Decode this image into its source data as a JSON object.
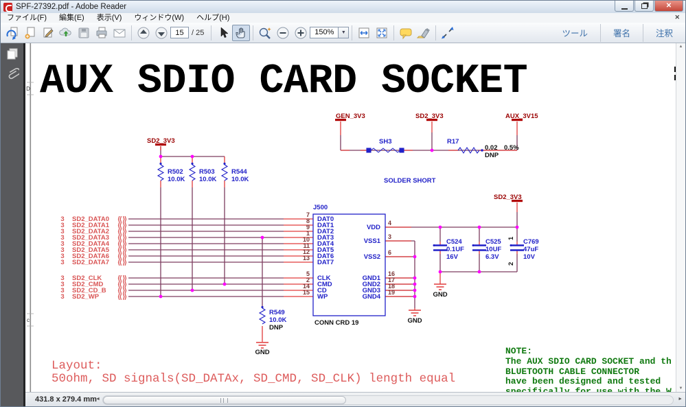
{
  "window": {
    "title": "SPF-27392.pdf - Adobe Reader",
    "controls": {
      "close": "✕"
    }
  },
  "menu_bar": {
    "items": [
      {
        "label": "ファイル(F)"
      },
      {
        "label": "編集(E)"
      },
      {
        "label": "表示(V)"
      },
      {
        "label": "ウィンドウ(W)"
      },
      {
        "label": "ヘルプ(H)"
      }
    ],
    "doc_close": "✕"
  },
  "toolbar": {
    "icons": [
      "open",
      "create-pdf",
      "fill-sign",
      "share-cloud",
      "save",
      "print",
      "email",
      "previous-page",
      "next-page",
      "select-tool",
      "hand-tool",
      "zoom-search",
      "zoom-out",
      "zoom-in",
      "fit-width",
      "fit-page",
      "comment",
      "highlight",
      "fullscreen"
    ],
    "page_current": "15",
    "page_total": "/ 25",
    "zoom_value": "150%",
    "right_items": [
      {
        "label": "ツール"
      },
      {
        "label": "署名"
      },
      {
        "label": "注釈"
      }
    ]
  },
  "status_bar": {
    "page_size": "431.8 x 279.4 mm"
  },
  "schematic": {
    "title": "AUX SDIO CARD SOCKET",
    "border_marker_d": "D",
    "border_marker_c": "c",
    "port_symbol": "⟪⟫",
    "power": {
      "gen": "GEN_3V3",
      "sd2": "SD2_3V3",
      "aux": "AUX_3V15"
    },
    "top_section": {
      "sh_ref": "SH3",
      "sh_caption": "SOLDER SHORT",
      "r_ref": "R17",
      "r_value": "0.02",
      "r_tol": "0.5%",
      "r_dnp": "DNP"
    },
    "pullups": [
      {
        "ref": "R502",
        "value": "10.0K"
      },
      {
        "ref": "R503",
        "value": "10.0K"
      },
      {
        "ref": "R544",
        "value": "10.0K"
      }
    ],
    "signals": [
      {
        "prefix": "3",
        "name": "SD2_DATA0"
      },
      {
        "prefix": "3",
        "name": "SD2_DATA1"
      },
      {
        "prefix": "3",
        "name": "SD2_DATA2"
      },
      {
        "prefix": "3",
        "name": "SD2_DATA3"
      },
      {
        "prefix": "3",
        "name": "SD2_DATA4"
      },
      {
        "prefix": "3",
        "name": "SD2_DATA5"
      },
      {
        "prefix": "3",
        "name": "SD2_DATA6"
      },
      {
        "prefix": "3",
        "name": "SD2_DATA7"
      },
      {
        "prefix": "3",
        "name": "SD2_CLK"
      },
      {
        "prefix": "3",
        "name": "SD2_CMD"
      },
      {
        "prefix": "3",
        "name": "SD2_CD_B"
      },
      {
        "prefix": "3",
        "name": "SD2_WP"
      }
    ],
    "connector": {
      "ref": "J500",
      "part": "CONN CRD 19",
      "left_pins": [
        {
          "num": "7",
          "name": "DAT0"
        },
        {
          "num": "8",
          "name": "DAT1"
        },
        {
          "num": "9",
          "name": "DAT2"
        },
        {
          "num": "1",
          "name": "DAT3"
        },
        {
          "num": "10",
          "name": "DAT4"
        },
        {
          "num": "11",
          "name": "DAT5"
        },
        {
          "num": "12",
          "name": "DAT6"
        },
        {
          "num": "13",
          "name": "DAT7"
        },
        {
          "num": "5",
          "name": "CLK"
        },
        {
          "num": "2",
          "name": "CMD"
        },
        {
          "num": "14",
          "name": "CD"
        },
        {
          "num": "15",
          "name": "WP"
        }
      ],
      "right_pins": [
        {
          "num": "4",
          "name": "VDD"
        },
        {
          "num": "3",
          "name": "VSS1"
        },
        {
          "num": "6",
          "name": "VSS2"
        },
        {
          "num": "16",
          "name": "GND1"
        },
        {
          "num": "17",
          "name": "GND2"
        },
        {
          "num": "18",
          "name": "GND3"
        },
        {
          "num": "19",
          "name": "GND4"
        }
      ]
    },
    "caps": [
      {
        "ref": "C524",
        "value": "0.1UF",
        "voltage": "16V"
      },
      {
        "ref": "C525",
        "value": "10UF",
        "voltage": "6.3V"
      },
      {
        "ref": "C769",
        "value": "47uF",
        "voltage": "10V",
        "pin1": "1",
        "pin2": "2"
      }
    ],
    "pulldown": {
      "ref": "R549",
      "value": "10.0K",
      "dnp": "DNP"
    },
    "gnd": "GND",
    "layout_note": {
      "line1": "Layout:",
      "line2": "50ohm, SD signals(SD_DATAx, SD_CMD, SD_CLK) length equal"
    },
    "note": {
      "l0": "NOTE:",
      "l1": "The AUX SDIO CARD SOCKET and th",
      "l2": "BLUETOOTH CABLE CONNECTOR",
      "l3": "have been designed and tested",
      "l4": "specifically for use with the W"
    },
    "colors": {
      "wire": "#7d3c5f",
      "accent_red": "#e03a3a",
      "net_label": "#9a0000",
      "component_blue": "#2121c8",
      "junction": "#ff00ff",
      "note_green": "#117a11",
      "signal_red": "#d95555"
    }
  }
}
